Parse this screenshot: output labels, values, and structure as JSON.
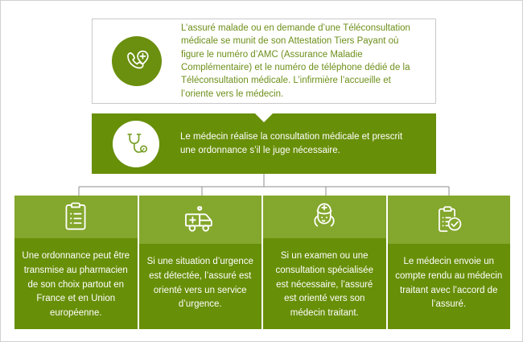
{
  "colors": {
    "dark_green": "#688f08",
    "light_green": "#84a72d",
    "icon_circle_green": "#6b8f0e",
    "text_green": "#6d8f19",
    "card_border": "#c9c9c9",
    "outer_border": "#d0d0d0",
    "connector_line": "#8d8d8d",
    "white": "#ffffff"
  },
  "steps": [
    {
      "id": "step-1",
      "icon": "phone-plus-icon",
      "text": "L’assuré malade ou en demande d’une Téléconsultation médicale se munit de son Attestation Tiers Payant où figure le numéro d’AMC (Assurance Maladie Complémentaire) et le numéro de téléphone dédié de la Téléconsultation médicale. L’infirmière l’accueille et l’oriente vers le médecin."
    },
    {
      "id": "step-2",
      "icon": "stethoscope-icon",
      "text": "Le médecin réalise la consultation médicale et prescrit une ordonnance s’il le juge nécessaire."
    }
  ],
  "outcomes": [
    {
      "id": "outcome-1",
      "icon": "clipboard-list-icon",
      "text": "Une ordonnance peut être transmise au pharmacien de son choix partout en France et en Union européenne."
    },
    {
      "id": "outcome-2",
      "icon": "ambulance-icon",
      "text": "Si une situation d’urgence est détectée, l’assuré est orienté vers un service d’urgence."
    },
    {
      "id": "outcome-3",
      "icon": "nurse-icon",
      "text": "Si un examen ou une consultation spécialisée est nécessaire, l’assuré est orienté vers son médecin traitant."
    },
    {
      "id": "outcome-4",
      "icon": "clipboard-check-icon",
      "text": "Le médecin envoie un compte rendu au médecin traitant avec l’accord de l’assuré."
    }
  ]
}
